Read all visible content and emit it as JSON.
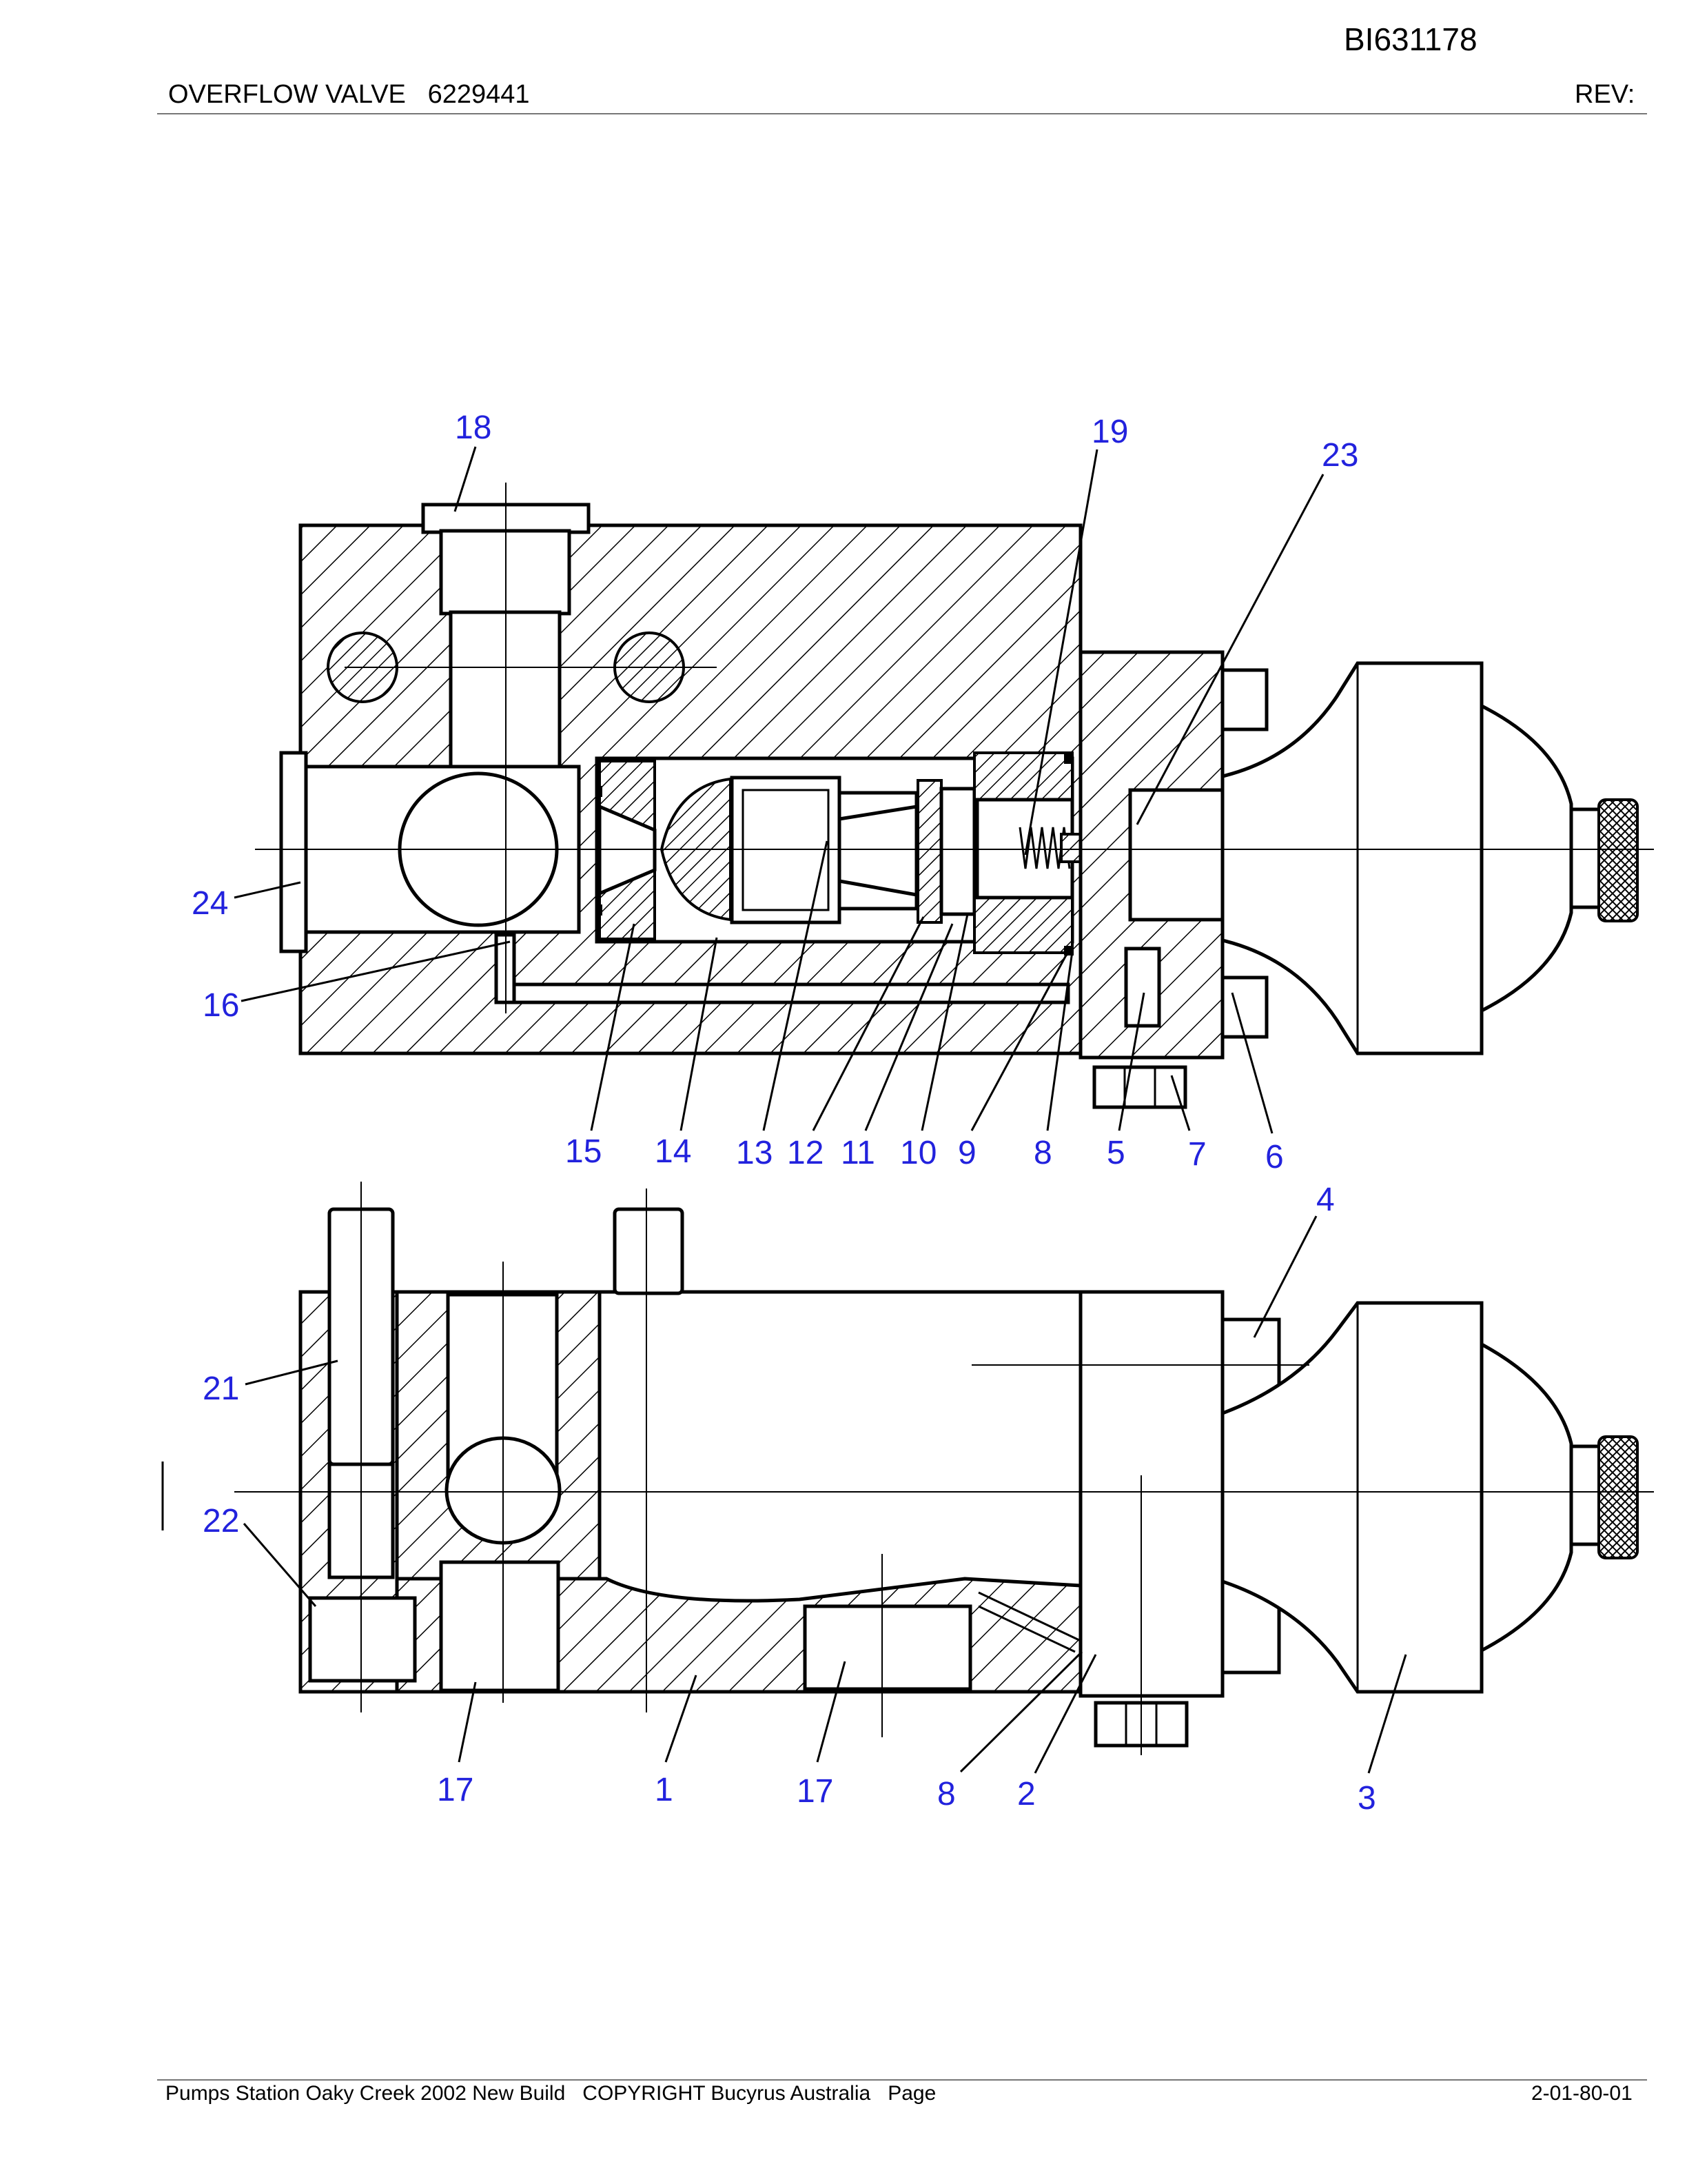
{
  "header": {
    "document_id": "BI631178",
    "title": "OVERFLOW VALVE   6229441",
    "rev_label": "REV:"
  },
  "footer": {
    "text": "Pumps Station Oaky Creek 2002 New Build   COPYRIGHT Bucyrus Australia   Page",
    "page_code": "2-01-80-01"
  },
  "callouts": {
    "upper": [
      "18",
      "19",
      "23",
      "24",
      "16",
      "15",
      "14",
      "13",
      "12",
      "11",
      "10",
      "9",
      "8",
      "5",
      "7",
      "6"
    ],
    "lower": [
      "4",
      "21",
      "22",
      "17",
      "1",
      "17",
      "8",
      "2",
      "3"
    ]
  },
  "colors": {
    "callout": "#2222dd",
    "line": "#000000",
    "rule": "#777777"
  }
}
